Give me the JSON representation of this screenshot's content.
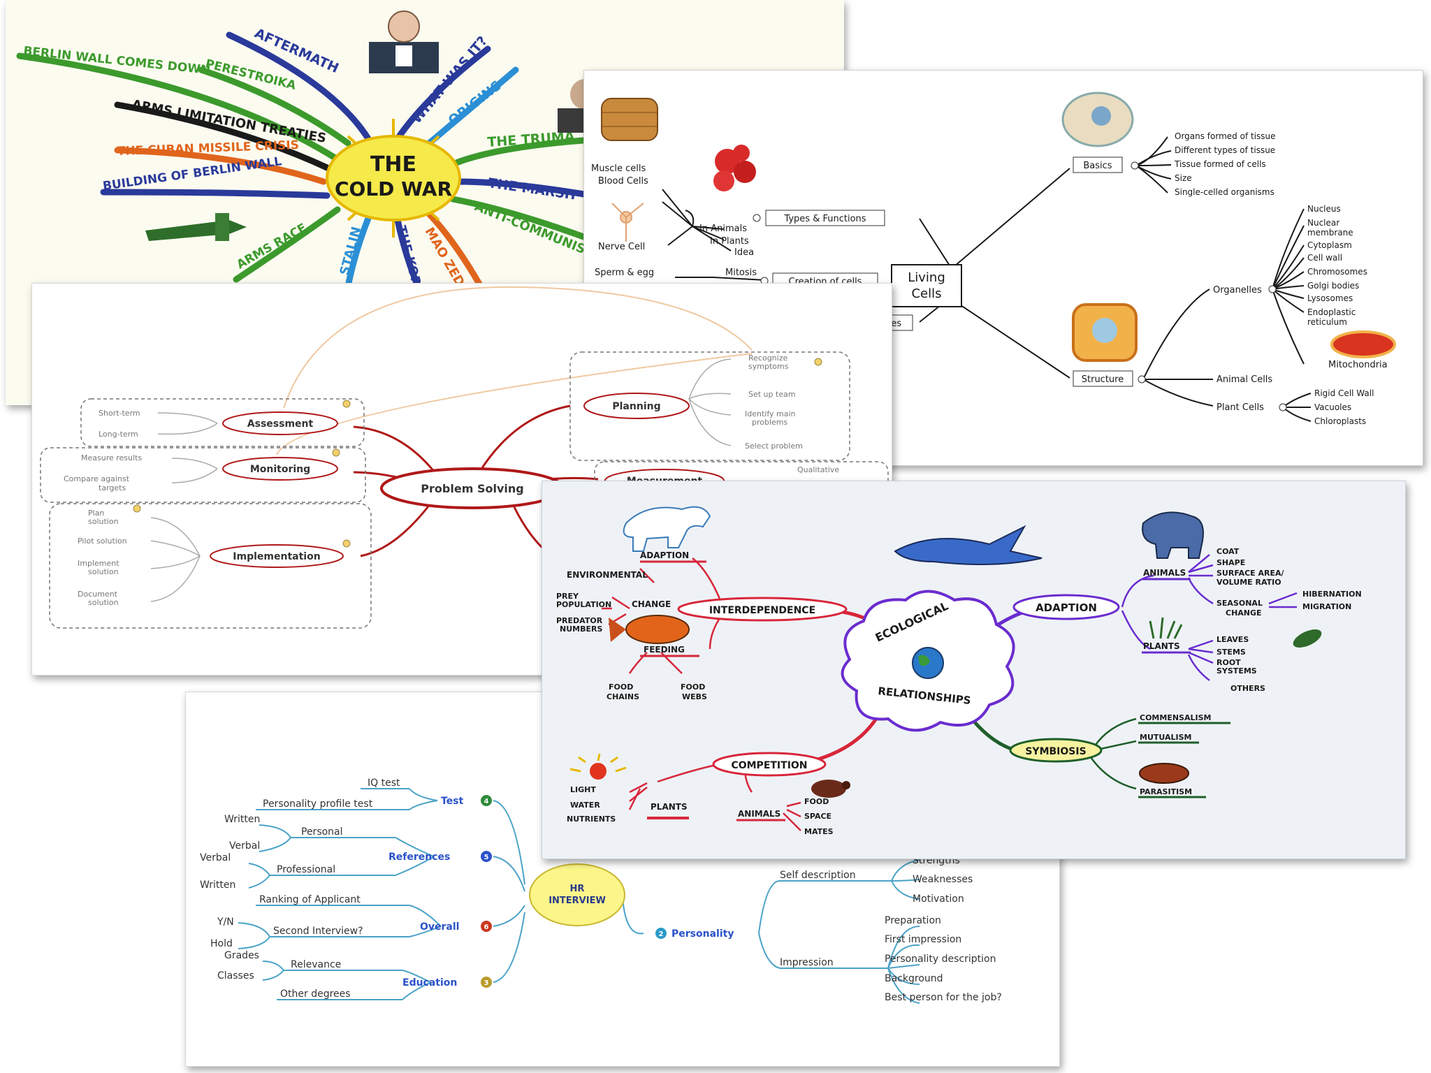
{
  "coldwar": {
    "center": [
      "THE",
      "COLD WAR"
    ],
    "branches": [
      {
        "label": "BERLIN WALL COMES DOWN",
        "color": "#3c9a2c"
      },
      {
        "label": "PERESTROIKA",
        "color": "#3c9a2c"
      },
      {
        "label": "AFTERMATH",
        "color": "#2a3a9a"
      },
      {
        "label": "WHAT WAS IT?",
        "color": "#2a3a9a"
      },
      {
        "label": "ORIGINS",
        "color": "#2b8fd6"
      },
      {
        "label": "THE TRUMA",
        "color": "#3c9a2c"
      },
      {
        "label": "ARMS LIMITATION TREATIES",
        "color": "#1a1a1a"
      },
      {
        "label": "THE CUBAN MISSILE CRISIS",
        "color": "#e0651c"
      },
      {
        "label": "BUILDING OF BERLIN WALL",
        "color": "#2a3a9a"
      },
      {
        "label": "THE MARSH",
        "color": "#2a3a9a"
      },
      {
        "label": "ANTI-COMMUNIS",
        "color": "#3c9a2c"
      },
      {
        "label": "MAO ZEDONG",
        "color": "#e0651c"
      },
      {
        "label": "THE KORE",
        "color": "#2a3a9a"
      },
      {
        "label": "STALIN",
        "color": "#2b8fd6"
      },
      {
        "label": "ARMS RACE",
        "color": "#3c9a2c"
      }
    ]
  },
  "cells": {
    "center": [
      "Living",
      "Cells"
    ],
    "nodes": {
      "basics": "Basics",
      "structure": "Structure",
      "types": "Types & Functions",
      "creation": "Creation of cells",
      "classes": "sses",
      "organelles": "Organelles",
      "animal_cells": "Animal Cells",
      "plant_cells": "Plant Cells",
      "mitosis": "Mitosis",
      "sperm": "Sperm & egg",
      "in_animals": "In Animals",
      "in_plants": "In Plants",
      "idea": "Idea",
      "muscle": "Muscle cells",
      "blood": "Blood Cells",
      "nerve": "Nerve Cell",
      "mitochondria": "Mitochondria"
    },
    "basics_items": [
      "Organs formed of tissue",
      "Different types of tissue",
      "Tissue formed of cells",
      "Size",
      "Single-celled organisms"
    ],
    "organelle_items": [
      "Nucleus",
      "Nuclear",
      "membrane",
      "Cytoplasm",
      "Cell wall",
      "Chromosomes",
      "Golgi bodies",
      "Lysosomes",
      "Endoplastic",
      "reticulum"
    ],
    "plant_items": [
      "Rigid Cell Wall",
      "Vacuoles",
      "Chloroplasts"
    ]
  },
  "problem": {
    "center": "Problem Solving",
    "nodes": {
      "assessment": "Assessment",
      "monitoring": "Monitoring",
      "implementation": "Implementation",
      "planning": "Planning",
      "measurement": "Measurement"
    },
    "assessment_items": [
      "Short-term",
      "Long-term"
    ],
    "monitoring_items": [
      "Measure results",
      "Compare against",
      "targets"
    ],
    "implementation_items": [
      "Plan",
      "solution",
      "Pilot solution",
      "Implement",
      "solution",
      "Document",
      "solution"
    ],
    "planning_items": [
      "Recognize",
      "symptoms",
      "Set up team",
      "Identify main",
      "problems",
      "Select problem"
    ],
    "measurement_items": [
      "Qualitative"
    ]
  },
  "eco": {
    "center": [
      "ECOLOGICAL",
      "RELATIONSHIPS"
    ],
    "left": {
      "interdependence": "INTERDEPENDENCE",
      "adaption": "ADAPTION",
      "environmental": "ENVIRONMENTAL",
      "change": "CHANGE",
      "prey": "PREY",
      "population": "POPULATION",
      "predator": "PREDATOR",
      "numbers": "NUMBERS",
      "feeding": "FEEDING",
      "food": "FOOD",
      "chains": "CHAINS",
      "webs": "WEBS"
    },
    "right": {
      "adaption": "ADAPTION",
      "animals": "ANIMALS",
      "coat": "COAT",
      "shape": "SHAPE",
      "surface": "SURFACE AREA/",
      "volume": "VOLUME RATIO",
      "seasonal": "SEASONAL",
      "change": "CHANGE",
      "hibernation": "HIBERNATION",
      "migration": "MIGRATION",
      "plants": "PLANTS",
      "leaves": "LEAVES",
      "stems": "STEMS",
      "root": "ROOT",
      "systems": "SYSTEMS",
      "others": "OTHERS"
    },
    "symbiosis": {
      "label": "SYMBIOSIS",
      "items": [
        "COMMENSALISM",
        "MUTUALISM",
        "PARASITISM"
      ]
    },
    "competition": {
      "label": "COMPETITION",
      "plants": "PLANTS",
      "light": "LIGHT",
      "water": "WATER",
      "nutrients": "NUTRIENTS",
      "animals": "ANIMALS",
      "food": "FOOD",
      "space": "SPACE",
      "mates": "MATES"
    }
  },
  "hr": {
    "center": [
      "HR",
      "INTERVIEW"
    ],
    "test": {
      "label": "Test",
      "badge": "4",
      "items": [
        "IQ test",
        "Personality profile test"
      ]
    },
    "references": {
      "label": "References",
      "badge": "5",
      "personal": "Personal",
      "personal_items": [
        "Written",
        "Verbal"
      ],
      "professional": "Professional",
      "professional_items": [
        "Verbal",
        "Written"
      ]
    },
    "overall": {
      "label": "Overall",
      "badge": "6",
      "ranking": "Ranking of Applicant",
      "second": "Second Interview?",
      "second_items": [
        "Y/N",
        "Hold"
      ]
    },
    "education": {
      "label": "Education",
      "badge": "3",
      "relevance": "Relevance",
      "relevance_items": [
        "Grades",
        "Classes"
      ],
      "other": "Other degrees"
    },
    "personality": {
      "label": "Personality",
      "badge": "2",
      "self": "Self description",
      "self_items": [
        "Strengths",
        "Weaknesses",
        "Motivation"
      ],
      "impression": "Impression",
      "impression_items": [
        "Preparation",
        "First impression",
        "Personality description",
        "Background",
        "Best person for the job?"
      ]
    }
  },
  "colors": {
    "problem_red": "#b01818",
    "eco_red": "#d8263a",
    "eco_purple": "#6a2ccf",
    "eco_green": "#1f5e2a",
    "hr_blue": "#2a52c9",
    "hr_line": "#4aa2c8",
    "hr_center": "#fbf58a"
  }
}
